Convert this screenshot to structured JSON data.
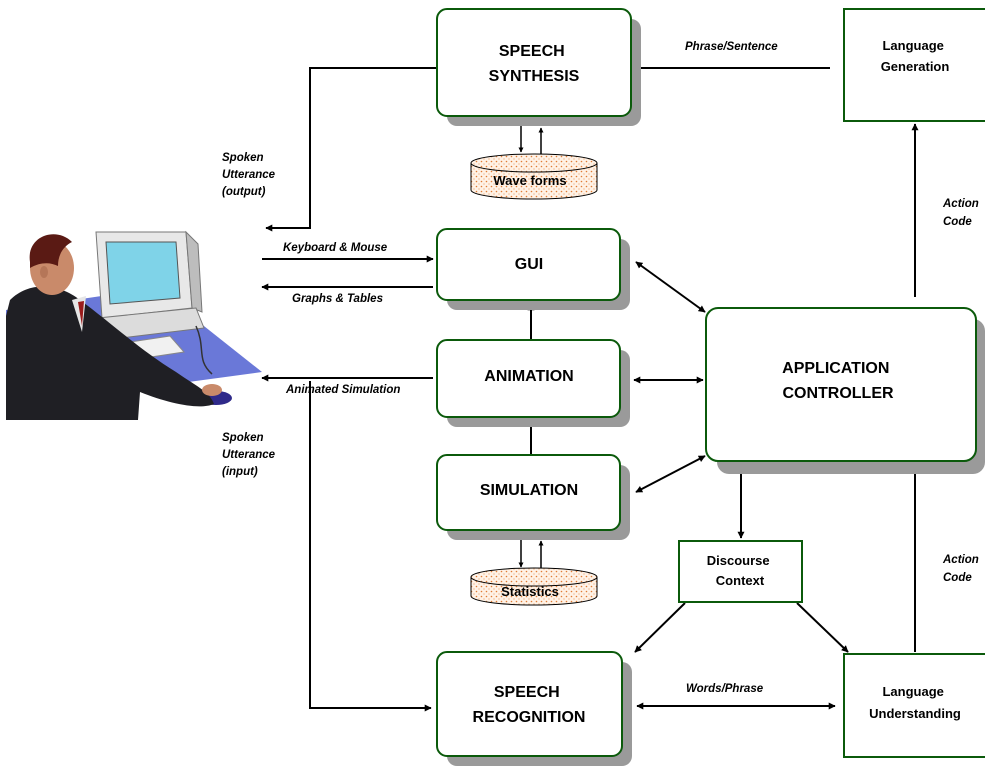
{
  "colors": {
    "box_border": "#0b5a0b",
    "box_shadow": "#9a9a9a",
    "line": "#000000",
    "database_fill": "#fff2e6",
    "database_dots": "#e07b34"
  },
  "boxes": {
    "speech_synthesis": [
      "SPEECH",
      "SYNTHESIS"
    ],
    "gui": [
      "GUI"
    ],
    "animation": [
      "ANIMATION"
    ],
    "simulation": [
      "SIMULATION"
    ],
    "speech_recognition": [
      "SPEECH",
      "RECOGNITION"
    ],
    "application_controller": [
      "APPLICATION",
      "CONTROLLER"
    ],
    "language_generation": [
      "Language",
      "Generation"
    ],
    "language_understanding": [
      "Language",
      "Understanding"
    ],
    "discourse_context": [
      "Discourse",
      "Context"
    ]
  },
  "databases": {
    "wave_forms": "Wave forms",
    "statistics": "Statistics"
  },
  "edge_labels": {
    "phrase_sentence": "Phrase/Sentence",
    "spoken_output": [
      "Spoken",
      "Utterance",
      "(output)"
    ],
    "keyboard_mouse": "Keyboard & Mouse",
    "graphs_tables": "Graphs & Tables",
    "animated_simulation": "Animated Simulation",
    "spoken_input": [
      "Spoken",
      "Utterance",
      "(input)"
    ],
    "action_code_top": [
      "Action",
      "Code"
    ],
    "action_code_bottom": [
      "Action",
      "Code"
    ],
    "words_phrase": "Words/Phrase"
  },
  "icons": {
    "user": "person-at-computer-icon"
  }
}
